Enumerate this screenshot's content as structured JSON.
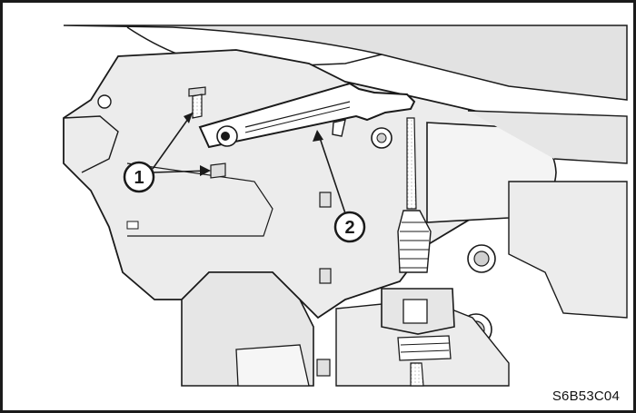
{
  "figure": {
    "code": "S6B53C04",
    "callouts": [
      {
        "id": "1",
        "label": "1"
      },
      {
        "id": "2",
        "label": "2"
      }
    ],
    "colors": {
      "ink": "#1a1a1a",
      "shade": "#dcdcdc",
      "light": "#efefef",
      "paper": "#ffffff"
    }
  }
}
